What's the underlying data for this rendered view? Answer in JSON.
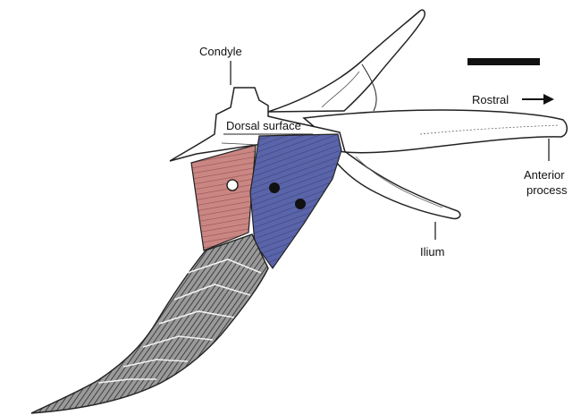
{
  "labels": {
    "condyle": "Condyle",
    "dorsal_surface": "Dorsal surface",
    "rostral": "Rostral",
    "anterior_process_line1": "Anterior",
    "anterior_process_line2": "process",
    "ilium": "Ilium"
  },
  "colors": {
    "muscle_red": "#c98683",
    "muscle_blue": "#5a64a8",
    "tail_gray": "#7a7a7a",
    "bone_outline": "#222222",
    "scale_bar": "#111111"
  },
  "markers": {
    "white_dot_count": 1,
    "black_dot_count": 2
  }
}
